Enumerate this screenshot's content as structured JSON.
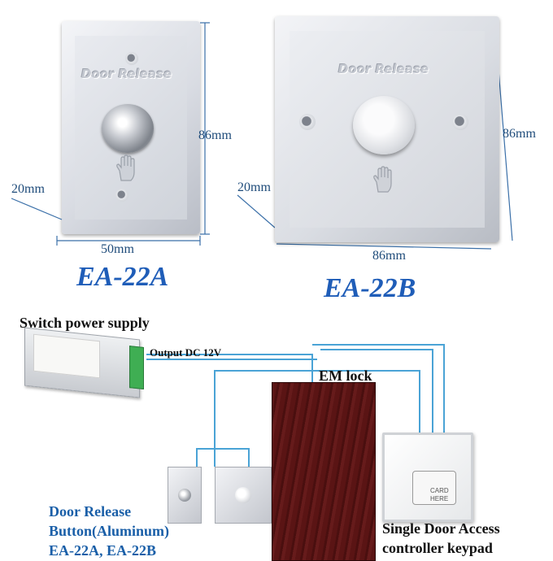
{
  "plate_text": "Door Release",
  "models": {
    "a": "EA-22A",
    "b": "EA-22B"
  },
  "dimensions": {
    "a_height": "86mm",
    "a_depth": "20mm",
    "a_width": "50mm",
    "b_height": "86mm",
    "b_depth": "20mm",
    "b_width": "86mm"
  },
  "wiring": {
    "power_supply": "Switch power supply",
    "output": "Output DC 12V",
    "em_lock": "EM lock",
    "button_label": [
      "Door Release",
      "Button(Aluminum)",
      "EA-22A, EA-22B"
    ],
    "keypad_label": [
      "Single Door Access",
      "controller keypad"
    ],
    "card_text": [
      "CARD",
      "HERE"
    ]
  },
  "colors": {
    "dimension_text": "#1e4b7a",
    "model_text": "#1f5db8",
    "wire": "#4aa3d6",
    "lock_body": "#5a1414"
  }
}
